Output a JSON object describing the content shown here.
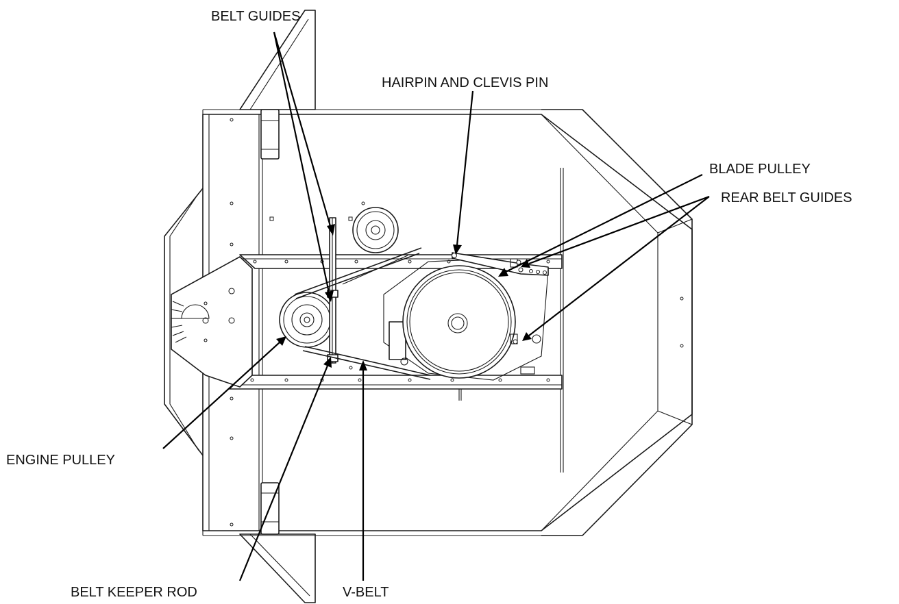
{
  "labels": {
    "belt_guides": "BELT GUIDES",
    "hairpin_clevis_pin": "HAIRPIN AND CLEVIS PIN",
    "blade_pulley": "BLADE PULLEY",
    "rear_belt_guides": "REAR BELT GUIDES",
    "engine_pulley": "ENGINE PULLEY",
    "belt_keeper_rod": "BELT KEEPER ROD",
    "v_belt": "V-BELT"
  },
  "colors": {
    "line": "#1a1a1a",
    "background": "#ffffff"
  }
}
